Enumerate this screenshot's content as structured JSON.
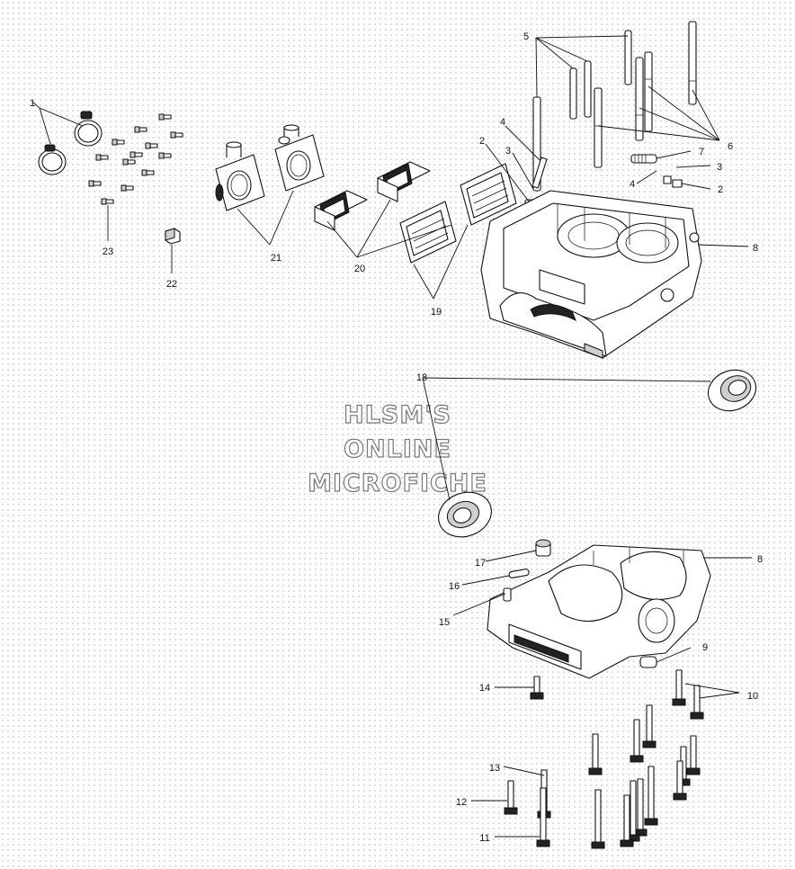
{
  "callouts": {
    "c1": "1",
    "c2a": "2",
    "c2b": "2",
    "c3a": "3",
    "c3b": "3",
    "c4a": "4",
    "c4b": "4",
    "c5": "5",
    "c6": "6",
    "c7": "7",
    "c8a": "8",
    "c8b": "8",
    "c9": "9",
    "c10": "10",
    "c11": "11",
    "c12": "12",
    "c13": "13",
    "c14": "14",
    "c15": "15",
    "c16": "16",
    "c17": "17",
    "c18": "18",
    "c19": "19",
    "c20": "20",
    "c21": "21",
    "c22": "22",
    "c23": "23"
  },
  "watermark": {
    "line1": "HLSM'S",
    "line2": "ONLINE",
    "line3": "MICROFICHE"
  }
}
